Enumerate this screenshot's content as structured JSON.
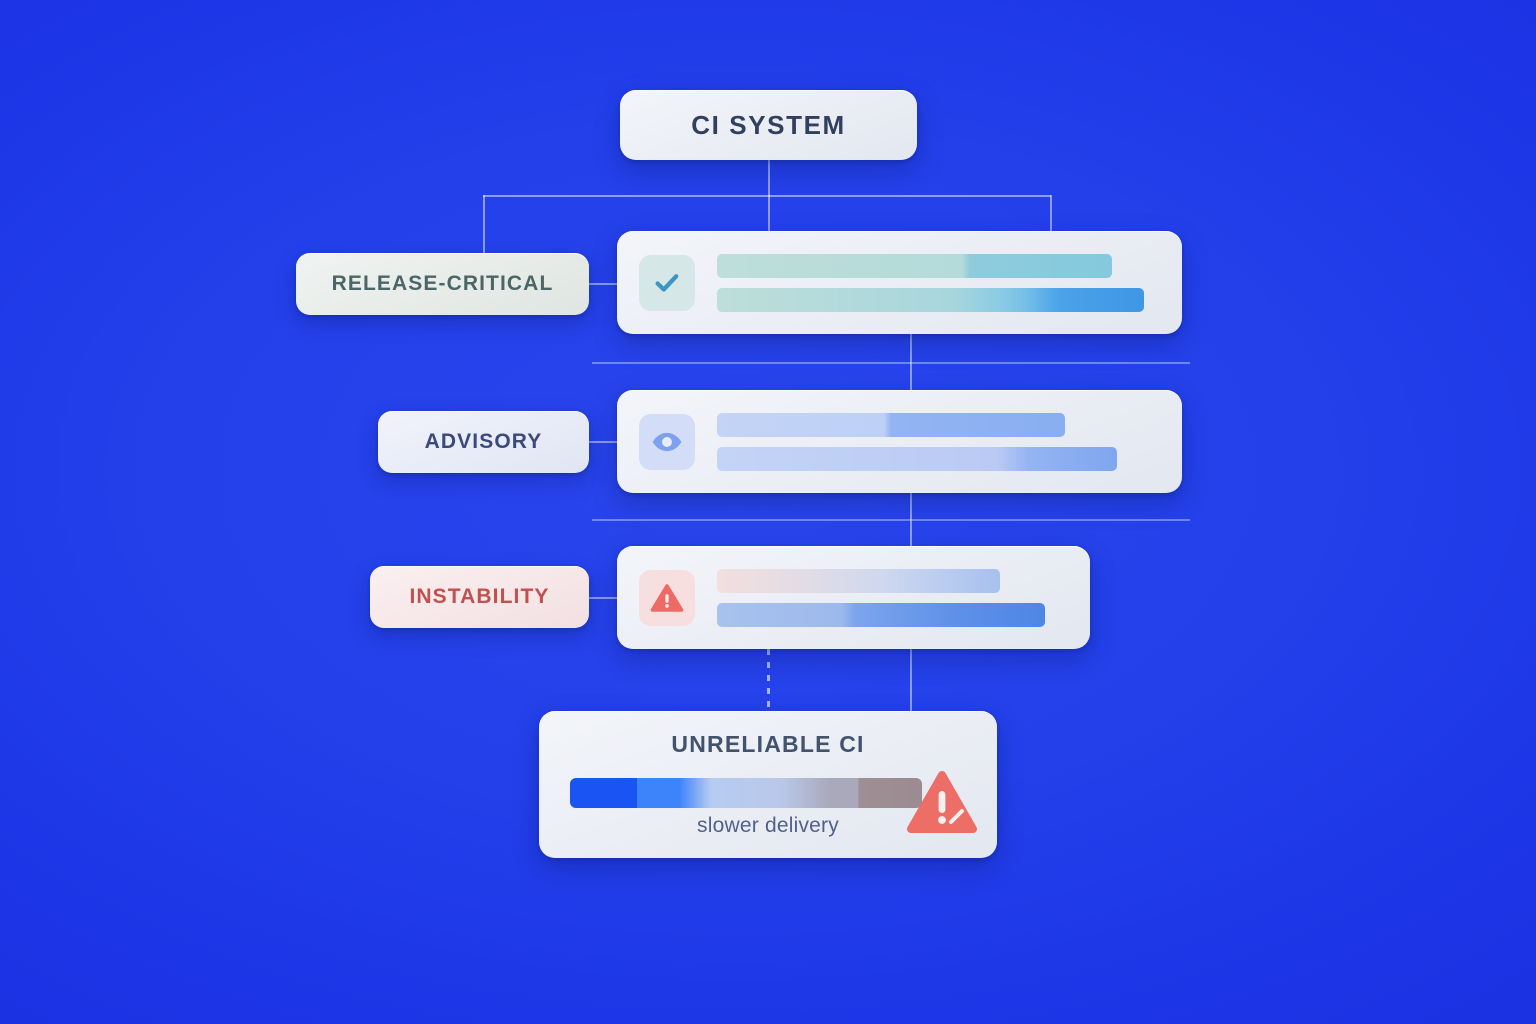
{
  "background": {
    "color_outer": "#1A2FDF",
    "color_inner": "#2945EC"
  },
  "diagram": {
    "root": {
      "label": "CI SYSTEM",
      "text_color": "#31405F"
    },
    "branches": [
      {
        "id": "release-critical",
        "pill_label": "RELEASE-CRITICAL",
        "pill_text_color": "#4C6566",
        "icon": "check-icon",
        "icon_color": "#3E95C2",
        "icon_bg": "#D5E7E6",
        "bars": [
          {
            "name": "bar-1",
            "fill_percent": 88,
            "colors": [
              "#BEDEDA",
              "#84C9DD"
            ]
          },
          {
            "name": "bar-2",
            "fill_percent": 95,
            "colors": [
              "#BEDEDA",
              "#3E96E6"
            ]
          }
        ]
      },
      {
        "id": "advisory",
        "pill_label": "ADVISORY",
        "pill_text_color": "#3B4A7A",
        "icon": "eye-icon",
        "icon_color": "#7FA0EE",
        "icon_bg": "#D3DDF7",
        "bars": [
          {
            "name": "bar-1",
            "fill_percent": 77,
            "colors": [
              "#C3D4F6",
              "#89AEF1"
            ]
          },
          {
            "name": "bar-2",
            "fill_percent": 89,
            "colors": [
              "#C3D4F6",
              "#7FA6EF"
            ]
          }
        ]
      },
      {
        "id": "instability",
        "pill_label": "INSTABILITY",
        "pill_text_color": "#C0514E",
        "icon": "warning-triangle-icon",
        "icon_color": "#EE6A67",
        "icon_bg": "#F7DEDF",
        "bars": [
          {
            "name": "bar-1",
            "fill_percent": 73,
            "colors": [
              "#F2DFDE",
              "#A7C0EE"
            ]
          },
          {
            "name": "bar-2",
            "fill_percent": 85,
            "colors": [
              "#A9C2EE",
              "#4E86E6"
            ]
          }
        ]
      }
    ],
    "outcome": {
      "title": "UNRELIABLE CI",
      "caption": "slower delivery",
      "title_color": "#43536E",
      "caption_color": "#52618A",
      "meter": {
        "name": "degradation-meter",
        "start_color": "#1A55F3",
        "mid_color": "#B6CCF2",
        "end_color": "#9C8C91",
        "stops": [
          {
            "at_percent": 0,
            "color": "#1A55F3"
          },
          {
            "at_percent": 19,
            "color": "#3D83FA"
          },
          {
            "at_percent": 40,
            "color": "#B6CCF2"
          },
          {
            "at_percent": 74,
            "color": "#A9A9BB"
          },
          {
            "at_percent": 100,
            "color": "#9C8C91"
          }
        ]
      },
      "alert_icon": "warning-triangle-icon",
      "alert_color": "#ED6D67"
    }
  }
}
